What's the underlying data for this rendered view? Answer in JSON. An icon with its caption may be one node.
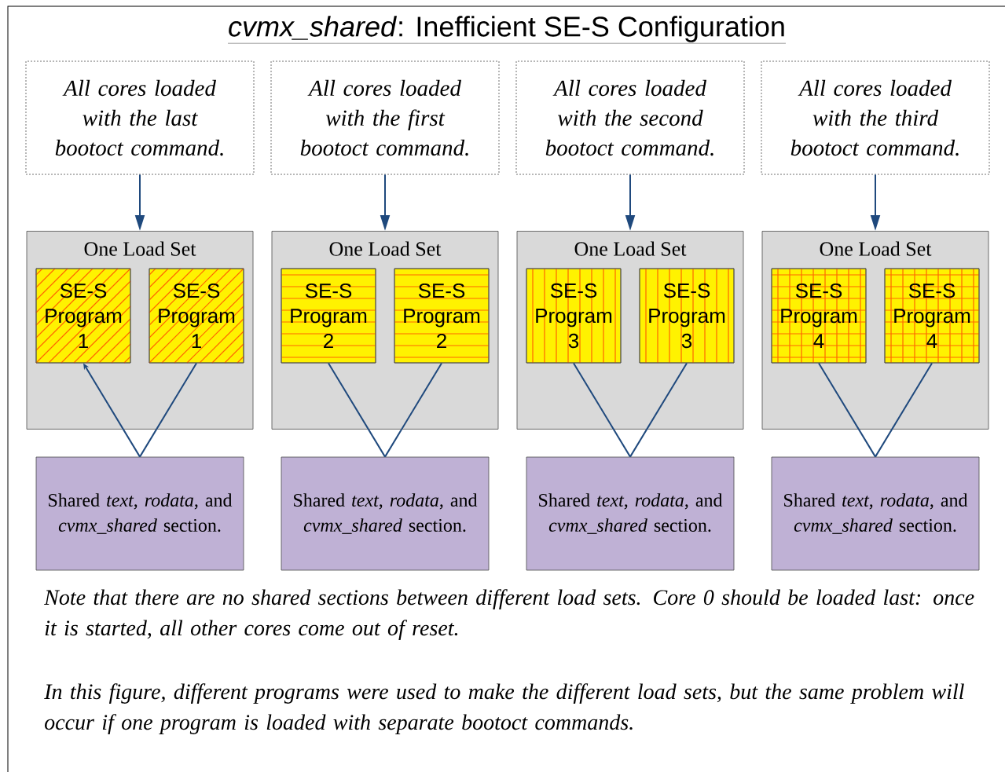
{
  "diagram": {
    "title": "*cvmx_shared*:  Inefficient SE-S Configuration",
    "nodes": [
      {
        "text": [
          "All cores loaded with the last bootoct command."
        ]
      },
      {
        "text": [
          "All cores loaded with the first bootoct command."
        ]
      },
      {
        "text": [
          "All cores loaded with the second bootoct command."
        ]
      },
      {
        "text": [
          "All cores loaded with the third bootoct command."
        ]
      },
      {
        "text": [
          "One Load Set"
        ]
      },
      {
        "text": [
          "SE-S Program 1"
        ],
        "in": 4
      },
      {
        "text": [
          "SE-S Program 1"
        ],
        "in": 4
      },
      {
        "text": [
          "One Load Set"
        ]
      },
      {
        "text": [
          "SE-S Program 2"
        ],
        "in": 7
      },
      {
        "text": [
          "SE-S Program 2"
        ],
        "in": 7
      },
      {
        "text": [
          "One Load Set"
        ]
      },
      {
        "text": [
          "SE-S Program 3"
        ],
        "in": 10
      },
      {
        "text": [
          "SE-S Program 3"
        ],
        "in": 10
      },
      {
        "text": [
          "One Load Set"
        ]
      },
      {
        "text": [
          "SE-S Program 4"
        ],
        "in": 13
      },
      {
        "text": [
          "SE-S Program 4"
        ],
        "in": 13
      },
      {
        "text": [
          "Shared *text*, *rodata*, and *cvmx_shared* section."
        ]
      },
      {
        "text": [
          "Shared *text*, *rodata*, and *cvmx_shared* section."
        ]
      },
      {
        "text": [
          "Shared *text*, *rodata*, and *cvmx_shared* section."
        ]
      },
      {
        "text": [
          "Shared *text*, *rodata*, and *cvmx_shared* section."
        ]
      }
    ],
    "edges": [
      {
        "from": 0,
        "to": 4,
        "arrow": "to"
      },
      {
        "from": 1,
        "to": 7,
        "arrow": "to"
      },
      {
        "from": 2,
        "to": 10,
        "arrow": "to"
      },
      {
        "from": 3,
        "to": 13,
        "arrow": "to"
      },
      {
        "from": 16,
        "to": 5,
        "arrow": "to"
      },
      {
        "from": 16,
        "to": 6,
        "arrow": "none"
      },
      {
        "from": 17,
        "to": 8,
        "arrow": "none"
      },
      {
        "from": 17,
        "to": 9,
        "arrow": "none"
      },
      {
        "from": 18,
        "to": 11,
        "arrow": "none"
      },
      {
        "from": 18,
        "to": 12,
        "arrow": "none"
      },
      {
        "from": 19,
        "to": 14,
        "arrow": "none"
      },
      {
        "from": 19,
        "to": 15,
        "arrow": "none"
      }
    ],
    "labels": [
      "Note that there are no shared sections between different load sets.  Core 0 should be loaded last:  once it is started, all other cores come out of reset.",
      "In this figure, different programs were used to make the different load sets, but the same problem will occur if one program is loaded with separate bootoct commands."
    ]
  }
}
